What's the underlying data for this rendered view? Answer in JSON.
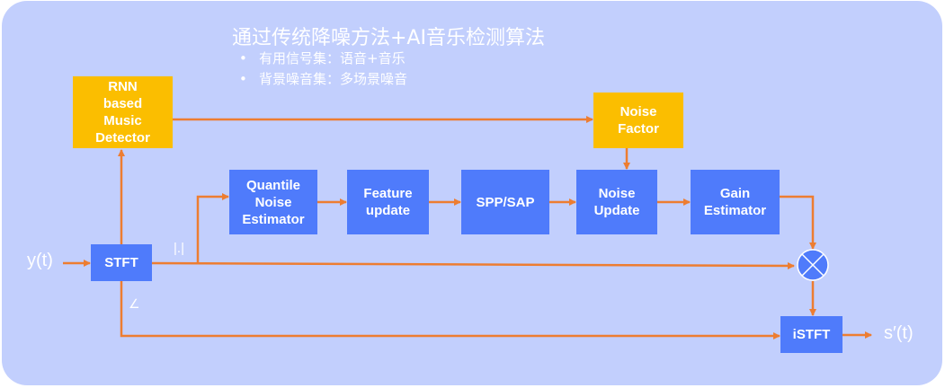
{
  "title": "通过传统降噪方法+AI音乐检测算法",
  "bullets": [
    "有用信号集：语音+音乐",
    "背景噪音集：多场景噪音"
  ],
  "bullet_symbol": "•",
  "blocks": {
    "rnn": "RNN\nbased\nMusic\nDetector",
    "noise_factor": "Noise\nFactor",
    "quantile": "Quantile\nNoise\nEstimator",
    "feature": "Feature\nupdate",
    "spp": "SPP/SAP",
    "noise_update": "Noise\nUpdate",
    "gain": "Gain\nEstimator",
    "stft": "STFT",
    "istft": "iSTFT"
  },
  "labels": {
    "input": "y(t)",
    "output": "s′(t)",
    "magnitude": "|.|",
    "phase": "∠"
  },
  "colors": {
    "background": "#c2cffd",
    "block_blue": "#4f7bfb",
    "block_orange": "#fbbe00",
    "arrow": "#ed7d31"
  }
}
